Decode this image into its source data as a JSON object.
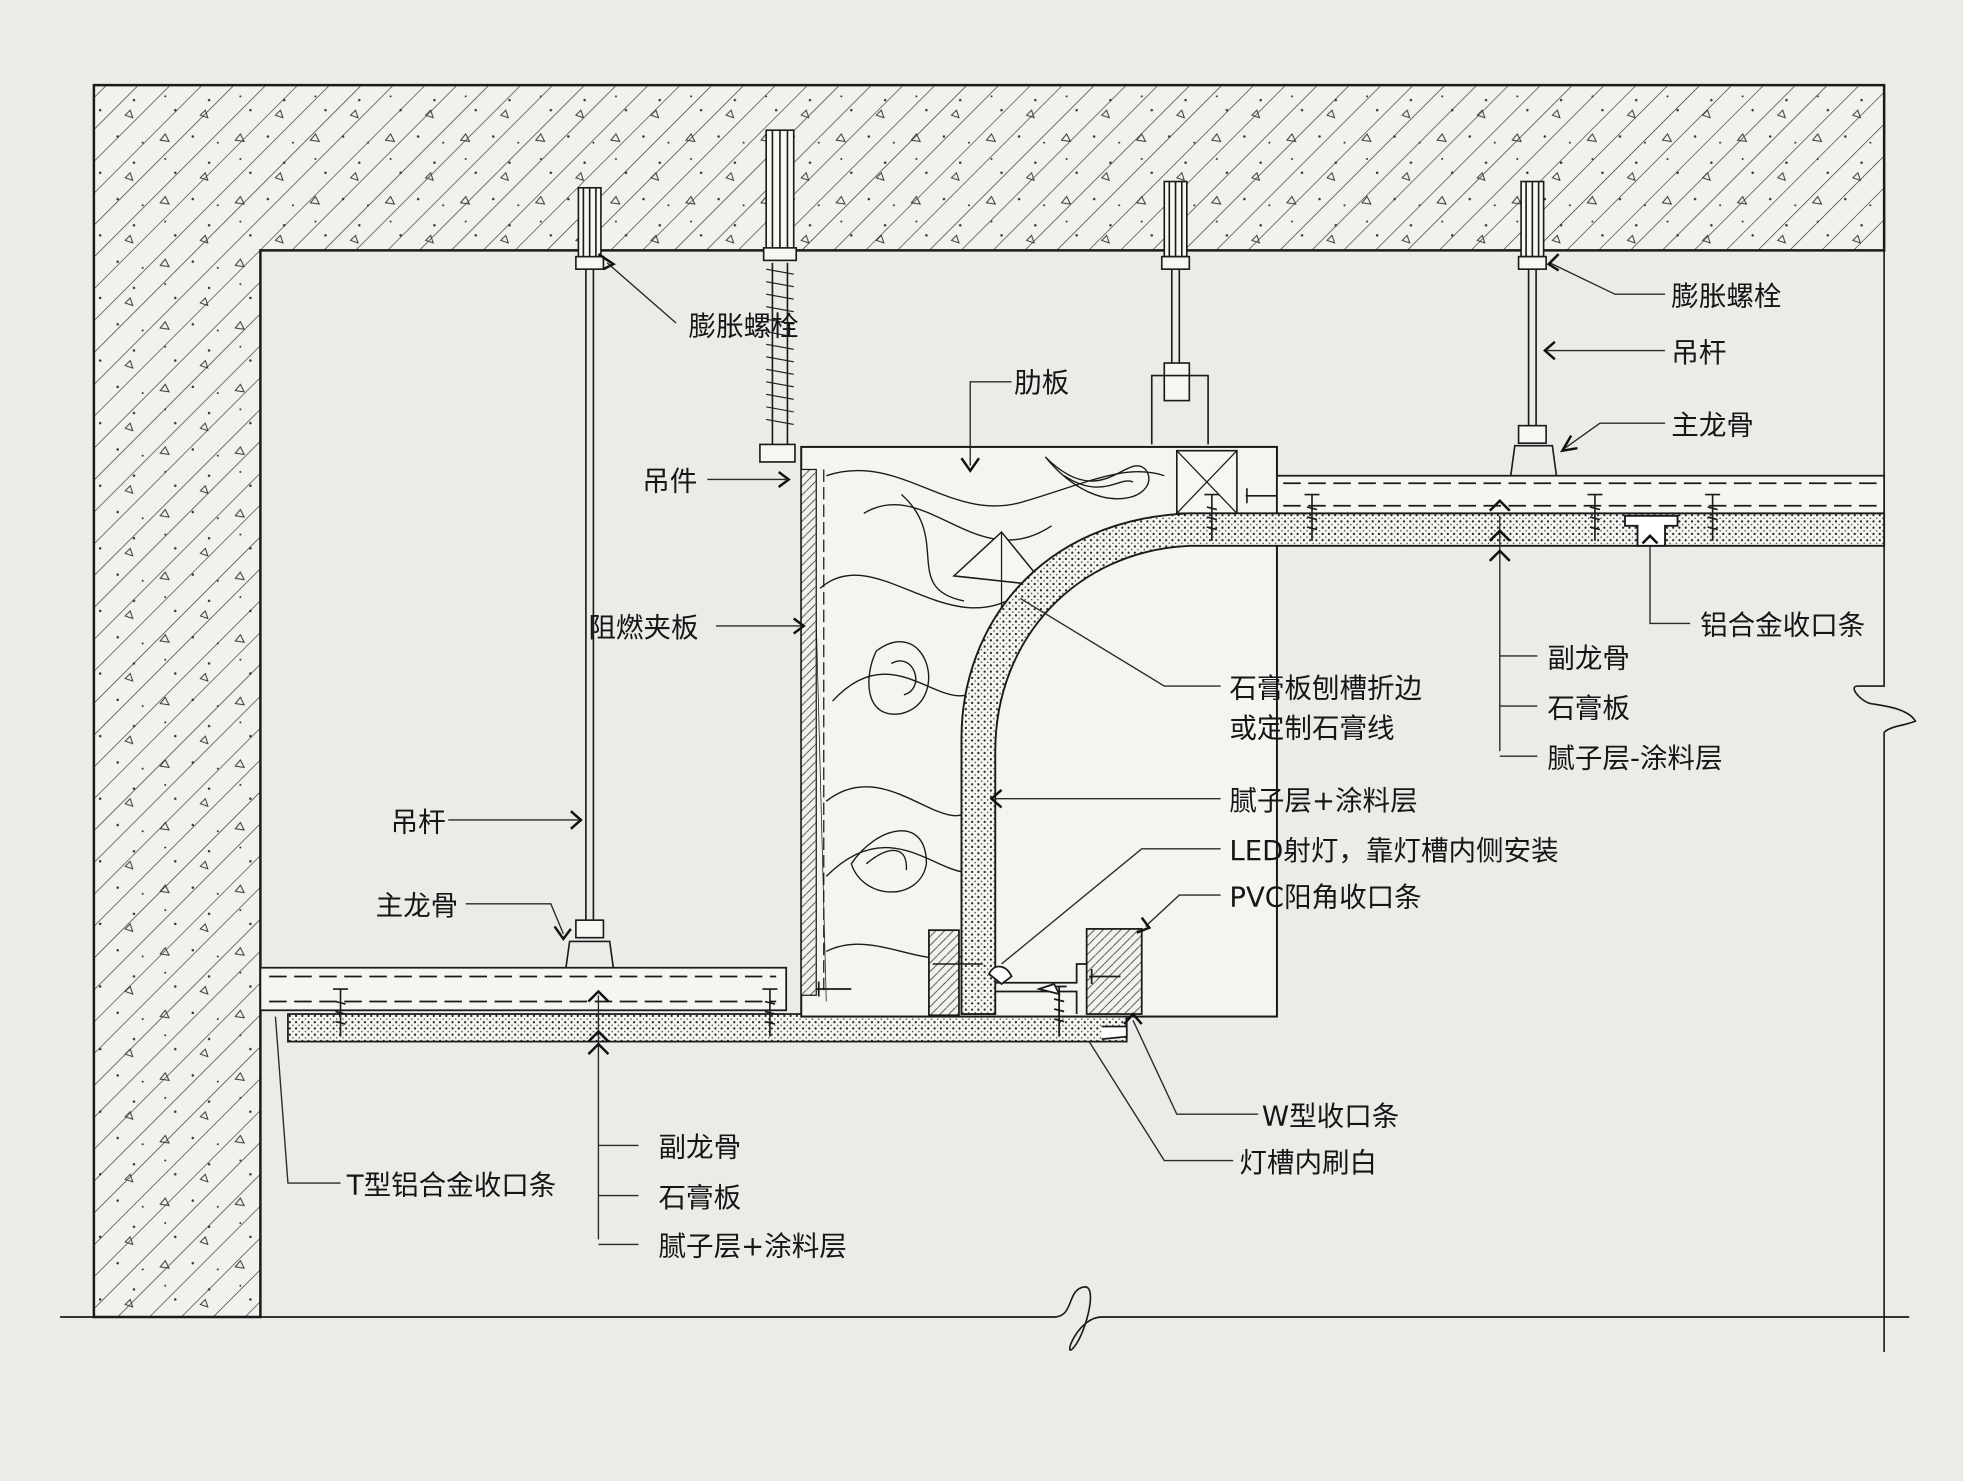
{
  "labels": {
    "expansion_bolt_left": "膨胀螺栓",
    "expansion_bolt_right": "膨胀螺栓",
    "rib_board": "肋板",
    "hanger_piece": "吊件",
    "hanger_rod_right": "吊杆",
    "main_keel_right": "主龙骨",
    "fire_retardant_board": "阻燃夹板",
    "aluminum_trim_right": "铝合金收口条",
    "secondary_keel_right": "副龙骨",
    "gypsum_board_right": "石膏板",
    "putty_coating_right": "腻子层-涂料层",
    "gypsum_groove_line1": "石膏板刨槽折边",
    "gypsum_groove_line2": "或定制石膏线",
    "putty_coating_mid": "腻子层+涂料层",
    "led_light": "LED射灯，靠灯槽内侧安装",
    "pvc_corner": "PVC阳角收口条",
    "hanger_rod_left": "吊杆",
    "main_keel_left": "主龙骨",
    "w_trim": "W型收口条",
    "trough_brush": "灯槽内刷白",
    "t_trim": "T型铝合金收口条",
    "secondary_keel_bottom": "副龙骨",
    "gypsum_board_bottom": "石膏板",
    "putty_coating_bottom": "腻子层+涂料层"
  },
  "colors": {
    "paper": "#ecebe8",
    "ink": "#1a1a1a",
    "board_fill": "#f4f3ef"
  }
}
